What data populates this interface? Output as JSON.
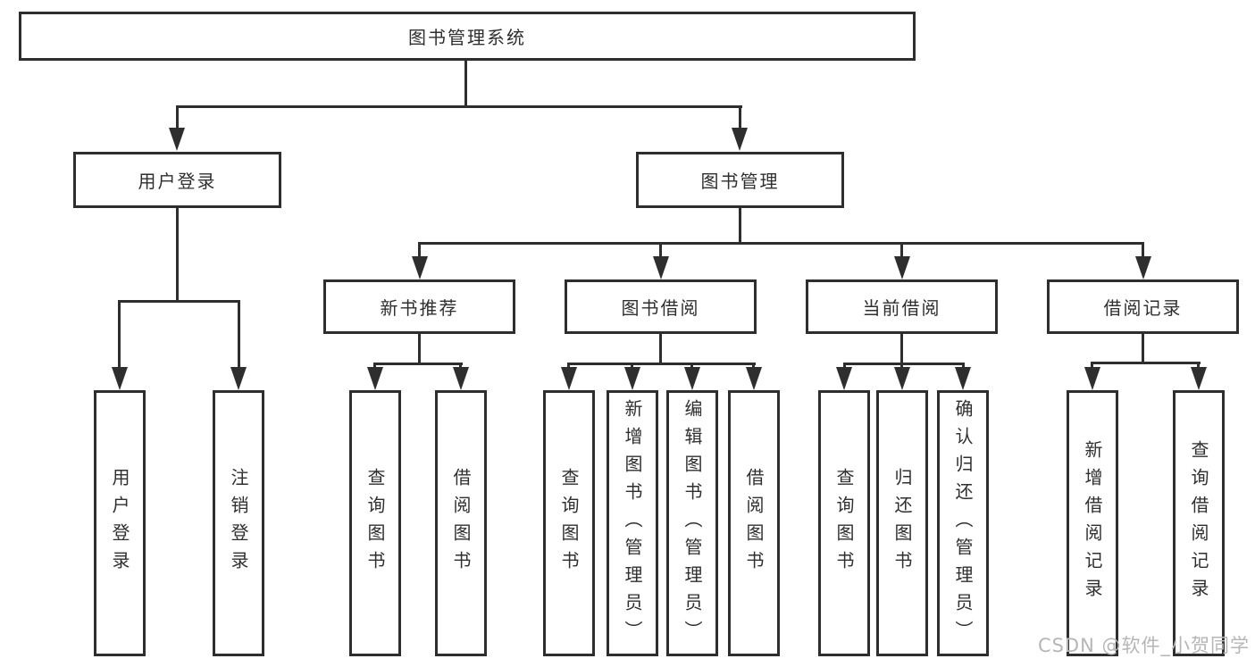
{
  "diagram": {
    "root": {
      "label": "图书管理系统"
    },
    "level2": [
      {
        "label": "用户登录"
      },
      {
        "label": "图书管理"
      }
    ],
    "level3": [
      {
        "label": "新书推荐"
      },
      {
        "label": "图书借阅"
      },
      {
        "label": "当前借阅"
      },
      {
        "label": "借阅记录"
      }
    ],
    "leaves": {
      "user_login": [
        {
          "label": "用户登录"
        },
        {
          "label": "注销登录"
        }
      ],
      "new_book_rec": [
        {
          "label": "查询图书"
        },
        {
          "label": "借阅图书"
        }
      ],
      "book_borrow": [
        {
          "label": "查询图书"
        },
        {
          "label": "新增图书（管理员）"
        },
        {
          "label": "编辑图书（管理员）"
        },
        {
          "label": "借阅图书"
        }
      ],
      "current_borrow": [
        {
          "label": "查询图书"
        },
        {
          "label": "归还图书"
        },
        {
          "label": "确认归还（管理员）"
        }
      ],
      "borrow_records": [
        {
          "label": "新增借阅记录"
        },
        {
          "label": "查询借阅记录"
        }
      ]
    }
  },
  "watermark": {
    "text": "CSDN @软件_小贺同学"
  },
  "colors": {
    "line": "#2e2e2e",
    "text": "#2f2f2f",
    "watermark": "#b6b6b6",
    "background": "#ffffff"
  }
}
